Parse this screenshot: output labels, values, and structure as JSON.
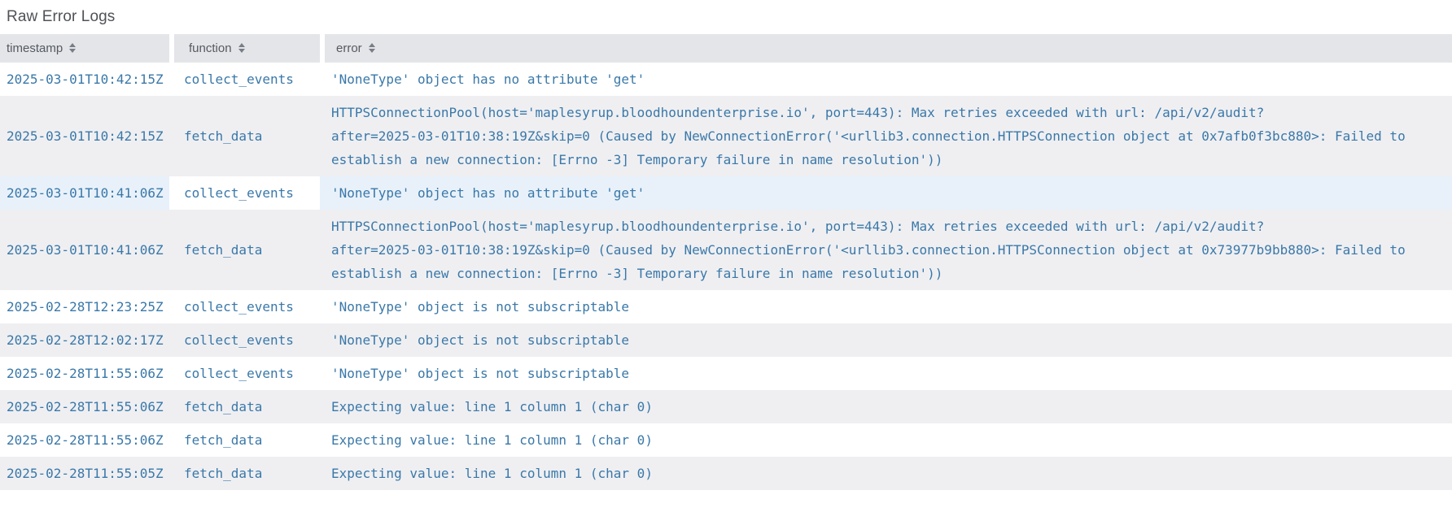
{
  "title": "Raw Error Logs",
  "colors": {
    "header_background": "#e3e5e9",
    "header_text": "#565a60",
    "row_stripe": "#efeff2",
    "row_highlight": "#e8f1fa",
    "selected_cell_background": "#ffffff",
    "log_text": "#3a78a8",
    "title_text": "#4f5257"
  },
  "icons": {
    "sort": "double-triangle-up-down"
  },
  "table": {
    "columns": [
      {
        "key": "timestamp",
        "label": "timestamp"
      },
      {
        "key": "function",
        "label": "function"
      },
      {
        "key": "error",
        "label": "error"
      }
    ],
    "rows": [
      {
        "timestamp": "2025-03-01T10:42:15Z",
        "function": "collect_events",
        "error": "'NoneType' object has no attribute 'get'"
      },
      {
        "timestamp": "2025-03-01T10:42:15Z",
        "function": "fetch_data",
        "error": "HTTPSConnectionPool(host='maplesyrup.bloodhoundenterprise.io', port=443): Max retries exceeded with url: /api/v2/audit?\nafter=2025-03-01T10:38:19Z&skip=0 (Caused by NewConnectionError('<urllib3.connection.HTTPSConnection object at 0x7afb0f3bc880>: Failed to\nestablish a new connection: [Errno -3] Temporary failure in name resolution'))"
      },
      {
        "timestamp": "2025-03-01T10:41:06Z",
        "function": "collect_events",
        "error": "'NoneType' object has no attribute 'get'",
        "highlighted": true,
        "highlight_cell": "function"
      },
      {
        "timestamp": "2025-03-01T10:41:06Z",
        "function": "fetch_data",
        "error": "HTTPSConnectionPool(host='maplesyrup.bloodhoundenterprise.io', port=443): Max retries exceeded with url: /api/v2/audit?\nafter=2025-03-01T10:38:19Z&skip=0 (Caused by NewConnectionError('<urllib3.connection.HTTPSConnection object at 0x73977b9bb880>: Failed to\nestablish a new connection: [Errno -3] Temporary failure in name resolution'))"
      },
      {
        "timestamp": "2025-02-28T12:23:25Z",
        "function": "collect_events",
        "error": "'NoneType' object is not subscriptable"
      },
      {
        "timestamp": "2025-02-28T12:02:17Z",
        "function": "collect_events",
        "error": "'NoneType' object is not subscriptable"
      },
      {
        "timestamp": "2025-02-28T11:55:06Z",
        "function": "collect_events",
        "error": "'NoneType' object is not subscriptable"
      },
      {
        "timestamp": "2025-02-28T11:55:06Z",
        "function": "fetch_data",
        "error": "Expecting value: line 1 column 1 (char 0)"
      },
      {
        "timestamp": "2025-02-28T11:55:06Z",
        "function": "fetch_data",
        "error": "Expecting value: line 1 column 1 (char 0)"
      },
      {
        "timestamp": "2025-02-28T11:55:05Z",
        "function": "fetch_data",
        "error": "Expecting value: line 1 column 1 (char 0)"
      }
    ]
  }
}
